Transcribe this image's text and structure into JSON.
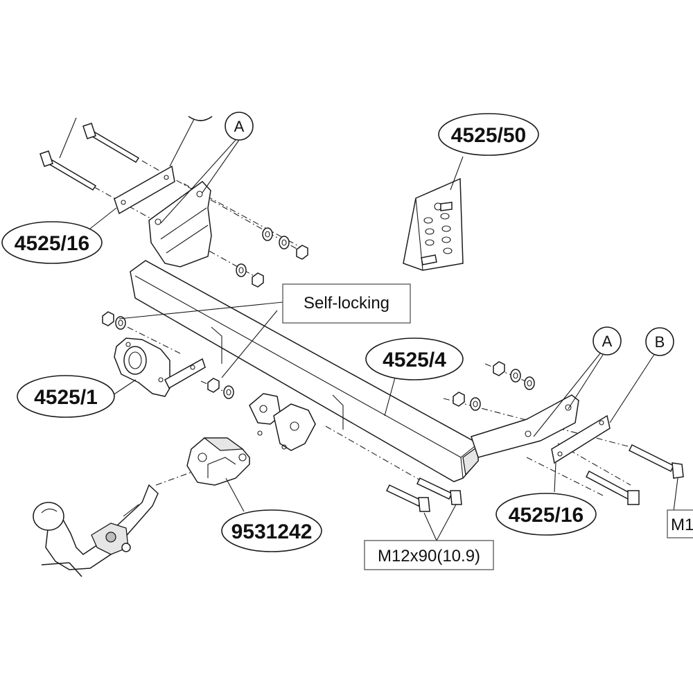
{
  "diagram": {
    "callouts": {
      "bracket_left": "4525/16",
      "bracket_right": "4525/16",
      "bolt_kit": "4525/50",
      "main_bar": "4525/4",
      "socket_plate": "4525/1",
      "clamp": "9531242"
    },
    "circle_labels": {
      "a_left": "A",
      "a_right": "A",
      "b_right": "B"
    },
    "boxes": {
      "self_locking": "Self-locking",
      "bolt_spec": "M12x90(10.9)",
      "bolt_spec_cut": "M1"
    }
  }
}
